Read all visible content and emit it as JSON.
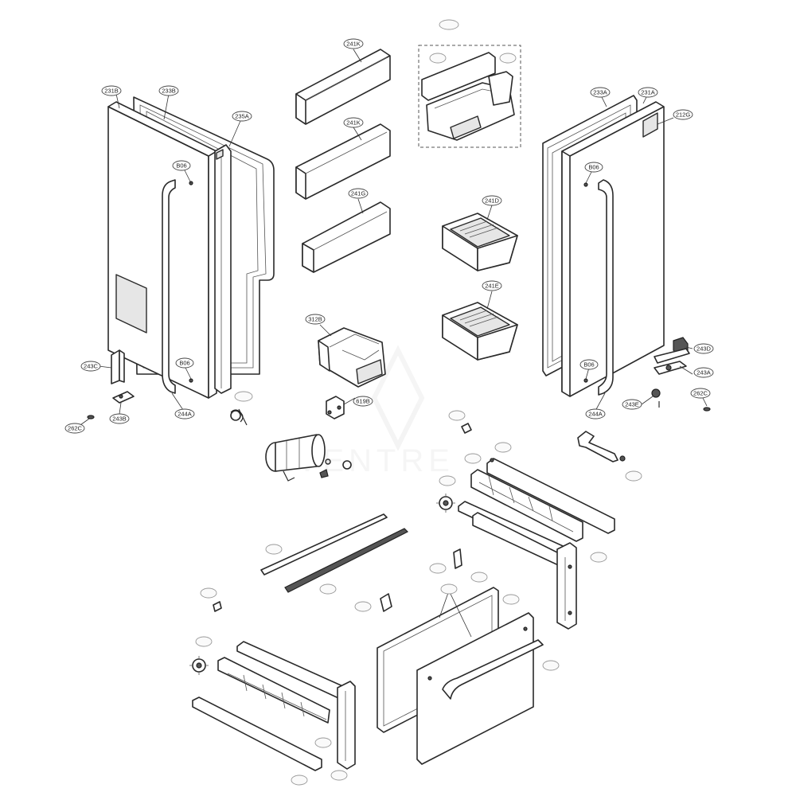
{
  "diagram": {
    "background": "#ffffff",
    "line_color": "#2a2a2a",
    "callouts": {
      "c231B": "231B",
      "c233B": "233B",
      "c235A": "235A",
      "c806L1": "B06",
      "c806L2": "B06",
      "c243C": "243C",
      "c243B": "243B",
      "c262C_L": "262C",
      "c244A_L": "244A",
      "c241K_1": "241K",
      "c241K_2": "241K",
      "c241G": "241G",
      "c312B": "312B",
      "c619B": "619B",
      "c241D": "241D",
      "c241E": "241E",
      "c233A": "233A",
      "c231A": "231A",
      "c212G": "212G",
      "c806R1": "B06",
      "c806R2": "B06",
      "c243D": "243D",
      "c243A": "243A",
      "c243E": "243E",
      "c262C_R": "262C",
      "c244A_R": "244A"
    }
  }
}
